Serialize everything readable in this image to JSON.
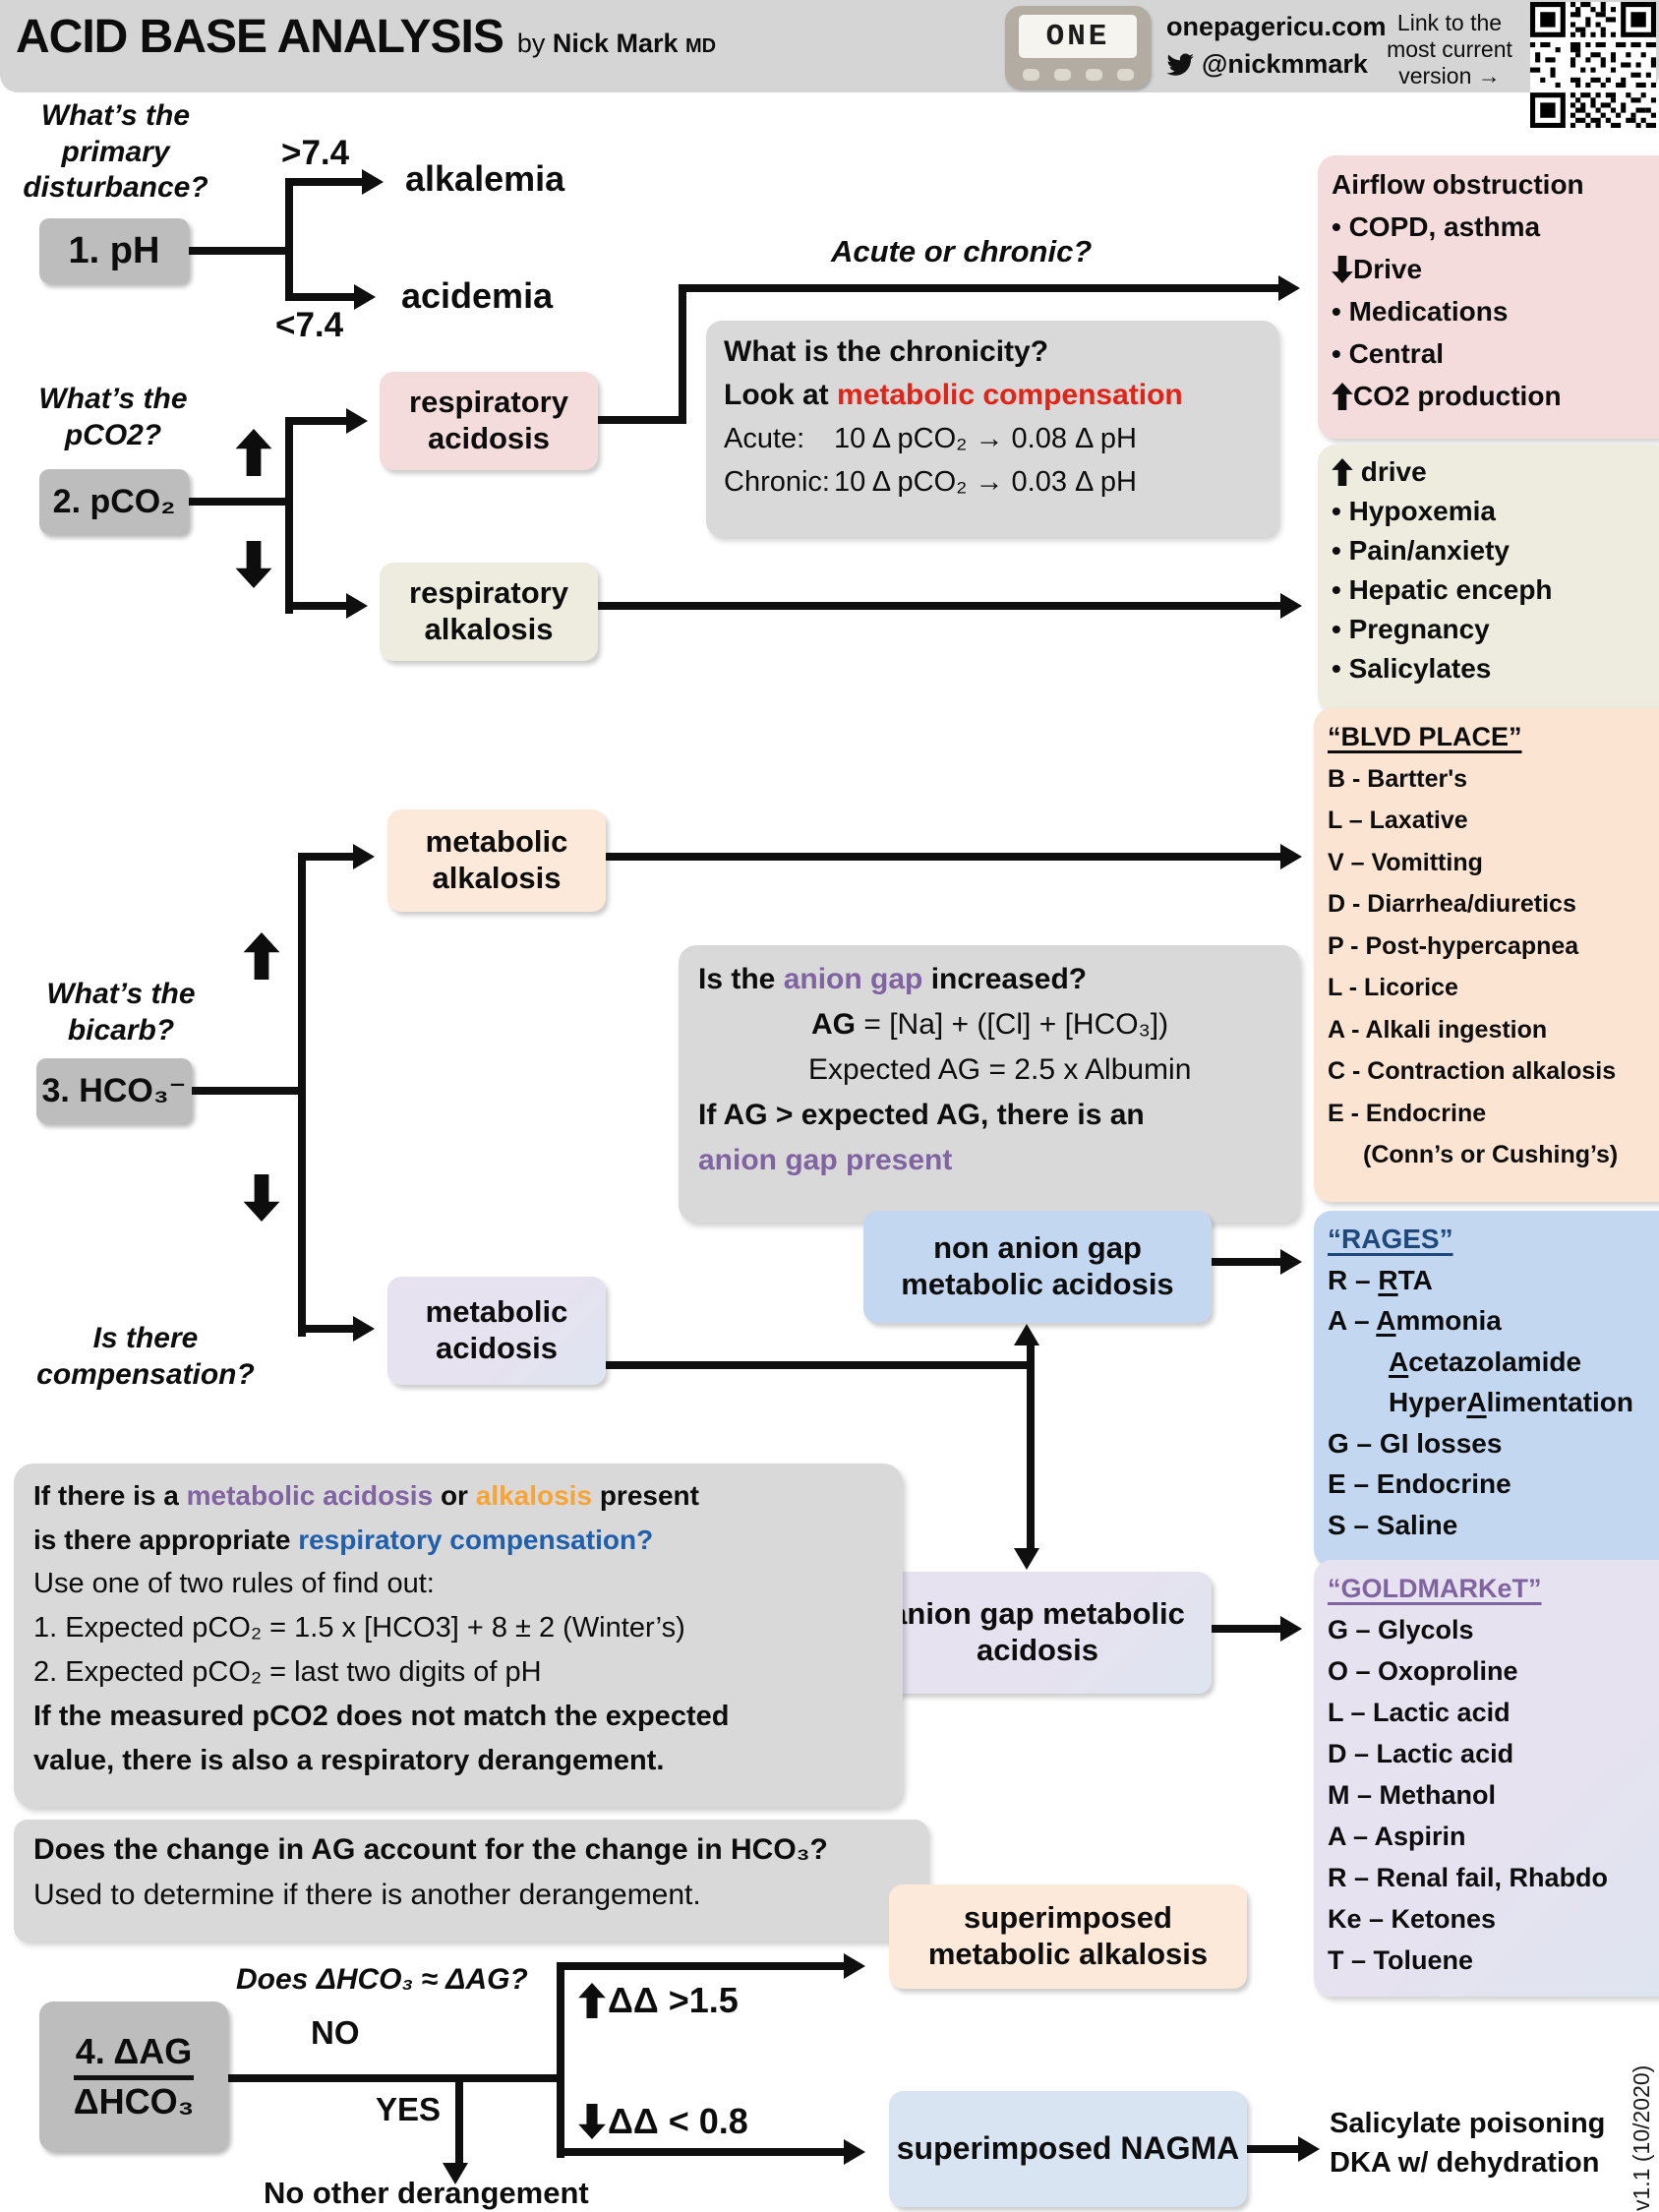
{
  "colors": {
    "header_gray": "#d5d5d5",
    "info_gray": "#d9d9d9",
    "step_gray": "#bdbdbd",
    "pink": "#f4dbdc",
    "beige": "#edecdf",
    "peach": "#fde9d9",
    "blue": "#c3d8f0",
    "light_blue": "#d8e4f2",
    "lavender": "#e7e2ef",
    "red": "#e02418",
    "purple": "#8064a2",
    "blue_text": "#1f5fae",
    "orange": "#f9a435",
    "navy": "#1f497d"
  },
  "header": {
    "title": "ACID BASE ANALYSIS",
    "by": "by",
    "author": "Nick Mark",
    "credential": "MD",
    "device": "ONE",
    "site": "onepagericu.com",
    "handle": "@nickmmark",
    "link_note": "Link to the most current version →"
  },
  "step1": {
    "q": "What’s the primary disturbance?",
    "box": "1. pH",
    "hi": ">7.4",
    "hi_out": "alkalemia",
    "lo": "<7.4",
    "lo_out": "acidemia"
  },
  "step2": {
    "q": "What’s the pCO2?",
    "box": "2. pCO₂",
    "up_out": "respiratory acidosis",
    "down_out": "respiratory alkalosis",
    "branch_q": "Acute or chronic?"
  },
  "chronicity": {
    "t": "What is the chronicity?",
    "l2a": "Look at ",
    "l2b": "metabolic compensation",
    "acute_label": "Acute:",
    "acute_f": "10 Δ pCO₂ → 0.08 Δ pH",
    "chronic_label": "Chronic:",
    "chronic_f": "10 Δ pCO₂ → 0.03 Δ pH"
  },
  "airflow": {
    "t": "Airflow obstruction",
    "i1": "• COPD, asthma",
    "i2": "Drive",
    "i3": "• Medications",
    "i4": "• Central",
    "i5": "CO2 production"
  },
  "drive": {
    "t": "drive",
    "i1": "• Hypoxemia",
    "i2": "• Pain/anxiety",
    "i3": "• Hepatic enceph",
    "i4": "• Pregnancy",
    "i5": "• Salicylates"
  },
  "blvd": {
    "t": "“BLVD PLACE”",
    "i": [
      "B - Bartter's",
      "L – Laxative",
      "V – Vomitting",
      "D - Diarrhea/diuretics",
      "P - Post-hypercapnea",
      "L - Licorice",
      "A - Alkali ingestion",
      "C - Contraction alkalosis",
      "E - Endocrine",
      "(Conn’s or Cushing’s)"
    ]
  },
  "step3": {
    "q": "What’s the bicarb?",
    "box": "3. HCO₃⁻",
    "up_out": "metabolic alkalosis",
    "down_out": "metabolic acidosis"
  },
  "ag": {
    "q1": "Is the ",
    "q2": "anion gap",
    "q3": " increased?",
    "f1a": "AG",
    "f1b": " = [Na] + ([Cl] + [HCO₃])",
    "f2": "Expected AG = 2.5 x Albumin",
    "c1": "If AG > expected AG, there is an",
    "c2": "anion gap present"
  },
  "acidosis_types": {
    "nagma": "non anion gap metabolic acidosis",
    "agma": "anion gap metabolic acidosis"
  },
  "rages": {
    "t": "“RAGES”",
    "r_pre": "R – ",
    "r_u": "R",
    "r_rest": "TA",
    "a_pre": "A – ",
    "a_u": "A",
    "a_rest": "mmonia",
    "a2_u": "A",
    "a2_rest": "cetazolamide",
    "a3_pre": "Hyper",
    "a3_u": "A",
    "a3_rest": "limentation",
    "g": "G – GI losses",
    "e": "E – Endocrine",
    "s": "S – Saline"
  },
  "goldmarket": {
    "t": "“GOLDMARKeT”",
    "i": [
      "G – Glycols",
      "O – Oxoproline",
      "L – Lactic acid",
      "D – Lactic acid",
      "M – Methanol",
      "A – Aspirin",
      "R – Renal fail, Rhabdo",
      "Ke – Ketones",
      "T – Toluene"
    ]
  },
  "comp": {
    "q": "Is there compensation?",
    "l1a": "If there is a ",
    "l1b": "metabolic acidosis",
    "l1c": " or ",
    "l1d": "alkalosis",
    "l1e": " present",
    "l2a": "is there appropriate ",
    "l2b": "respiratory compensation?",
    "l3": "Use one of two rules of find out:",
    "l4": "1. Expected pCO₂ = 1.5 x [HCO3] + 8 ± 2 (Winter’s)",
    "l5": "2. Expected pCO₂ = last two digits of pH",
    "l6": "If the measured pCO2 does not match the expected",
    "l7": "value, there is also a respiratory derangement."
  },
  "delta": {
    "l1": "Does the change in AG account for the change in HCO₃?",
    "l2": "Used to determine if there is another derangement."
  },
  "step4": {
    "q": "Does ΔHCO₃ ≈ ΔAG?",
    "box_num": "4. ΔAG",
    "box_den": "ΔHCO₃",
    "no": "NO",
    "yes": "YES",
    "hi": "ΔΔ >1.5",
    "lo": "ΔΔ < 0.8",
    "yes_out": "No other derangement",
    "hi_out": "superimposed metabolic alkalosis",
    "lo_out": "superimposed NAGMA",
    "lo_next1": "Salicylate poisoning",
    "lo_next2": "DKA w/ dehydration"
  },
  "version": "v1.1 (10/2020)"
}
